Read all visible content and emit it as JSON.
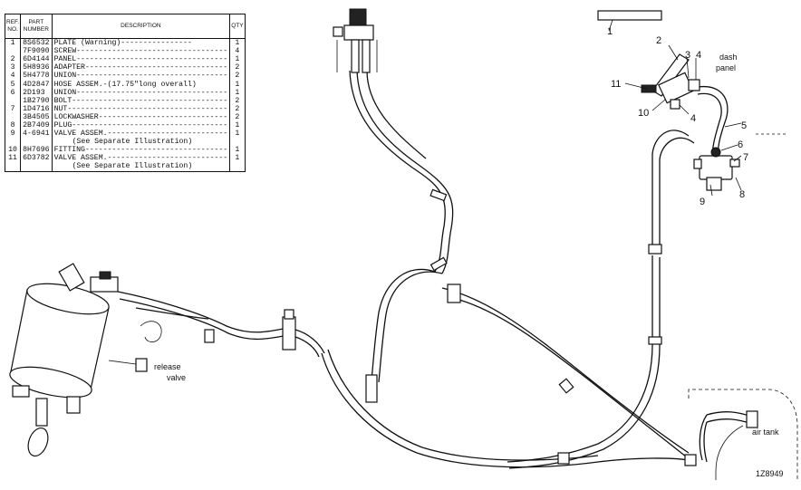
{
  "table": {
    "headers": {
      "ref": "REF. NO.",
      "part": "PART NUMBER",
      "desc": "DESCRIPTION",
      "qty": "QTY"
    },
    "rows": [
      {
        "ref": "1",
        "part": "8S6532",
        "desc": "PLATE        (Warning)----------------",
        "qty": "1"
      },
      {
        "ref": "",
        "part": "7F9090",
        "desc": "SCREW----------------------------------",
        "qty": "4"
      },
      {
        "ref": "2",
        "part": "6D4144",
        "desc": "PANEL----------------------------------",
        "qty": "1"
      },
      {
        "ref": "3",
        "part": "5H8936",
        "desc": "ADAPTER--------------------------------",
        "qty": "2"
      },
      {
        "ref": "4",
        "part": "5H4778",
        "desc": "UNION----------------------------------",
        "qty": "2"
      },
      {
        "ref": "5",
        "part": "4D2847",
        "desc": "HOSE ASSEM.-(17.75\"long overall)",
        "qty": "1"
      },
      {
        "ref": "6",
        "part": "2D193",
        "desc": "UNION----------------------------------",
        "qty": "1"
      },
      {
        "ref": "",
        "part": "1B2790",
        "desc": "BOLT-----------------------------------",
        "qty": "2"
      },
      {
        "ref": "7",
        "part": "1D4716",
        "desc": "NUT------------------------------------",
        "qty": "2"
      },
      {
        "ref": "",
        "part": "3B4505",
        "desc": "LOCKWASHER-----------------------------",
        "qty": "2"
      },
      {
        "ref": "8",
        "part": "2B7409",
        "desc": "PLUG-----------------------------------",
        "qty": "1"
      },
      {
        "ref": "9",
        "part": "4-6941",
        "desc": "VALVE ASSEM.---------------------------",
        "qty": "1"
      },
      {
        "ref": "",
        "part": "",
        "desc": "(See Separate Illustration)",
        "qty": "",
        "note": true
      },
      {
        "ref": "10",
        "part": "8H7696",
        "desc": "FITTING--------------------------------",
        "qty": "1"
      },
      {
        "ref": "11",
        "part": "6D3782",
        "desc": "VALVE ASSEM.---------------------------",
        "qty": "1"
      },
      {
        "ref": "",
        "part": "",
        "desc": "(See Separate Illustration)",
        "qty": "",
        "note": true
      }
    ]
  },
  "callouts": {
    "n1": "1",
    "n2": "2",
    "n3": "3",
    "n4a": "4",
    "n4b": "4",
    "n5": "5",
    "n6": "6",
    "n7": "7",
    "n8": "8",
    "n9": "9",
    "n10": "10",
    "n11": "11"
  },
  "labels": {
    "dash_panel_1": "dash",
    "dash_panel_2": "panel",
    "release_valve_1": "release",
    "release_valve_2": "valve",
    "air_tank": "air tank",
    "figure_number": "1Z8949"
  }
}
